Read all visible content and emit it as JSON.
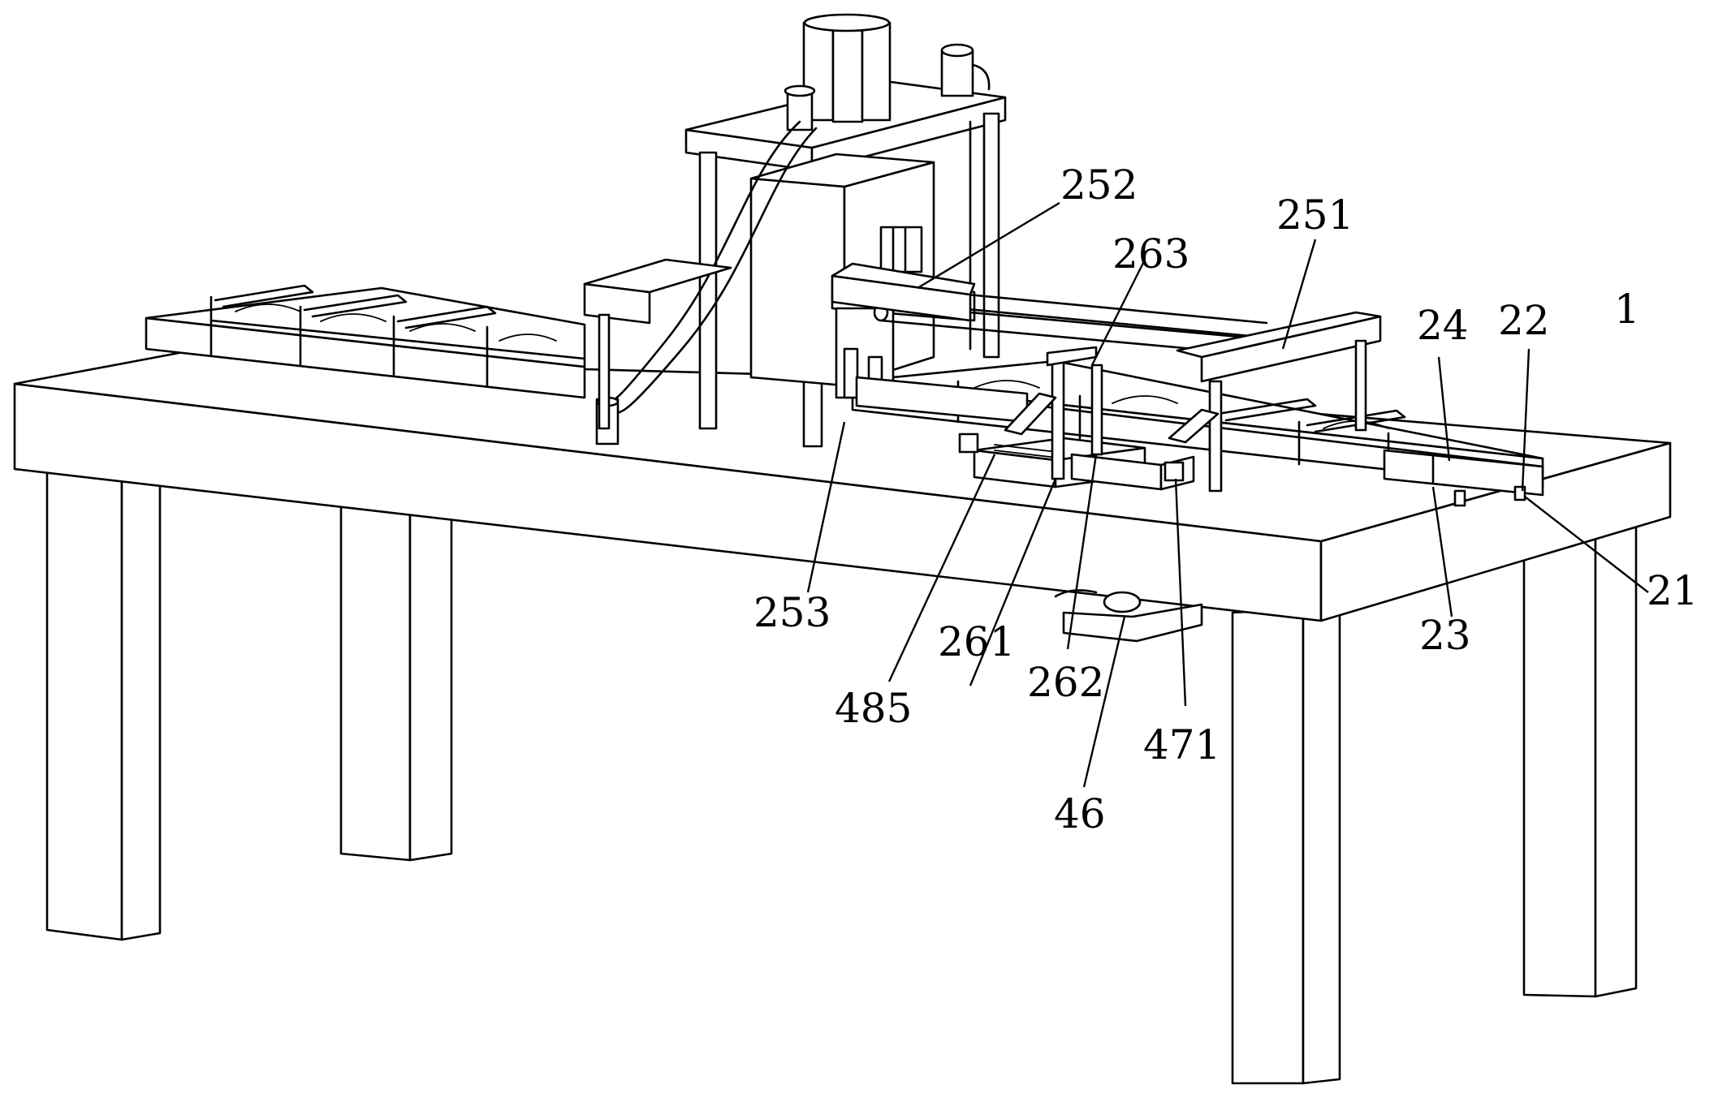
{
  "figure": {
    "reference_labels": [
      {
        "id": "252",
        "text": "252"
      },
      {
        "id": "251",
        "text": "251"
      },
      {
        "id": "263",
        "text": "263"
      },
      {
        "id": "24",
        "text": "24"
      },
      {
        "id": "22",
        "text": "22"
      },
      {
        "id": "1",
        "text": "1"
      },
      {
        "id": "21",
        "text": "21"
      },
      {
        "id": "23",
        "text": "23"
      },
      {
        "id": "253",
        "text": "253"
      },
      {
        "id": "261",
        "text": "261"
      },
      {
        "id": "262",
        "text": "262"
      },
      {
        "id": "485",
        "text": "485"
      },
      {
        "id": "471",
        "text": "471"
      },
      {
        "id": "46",
        "text": "46"
      }
    ]
  },
  "colors": {
    "line": "#000000",
    "background": "#ffffff"
  }
}
